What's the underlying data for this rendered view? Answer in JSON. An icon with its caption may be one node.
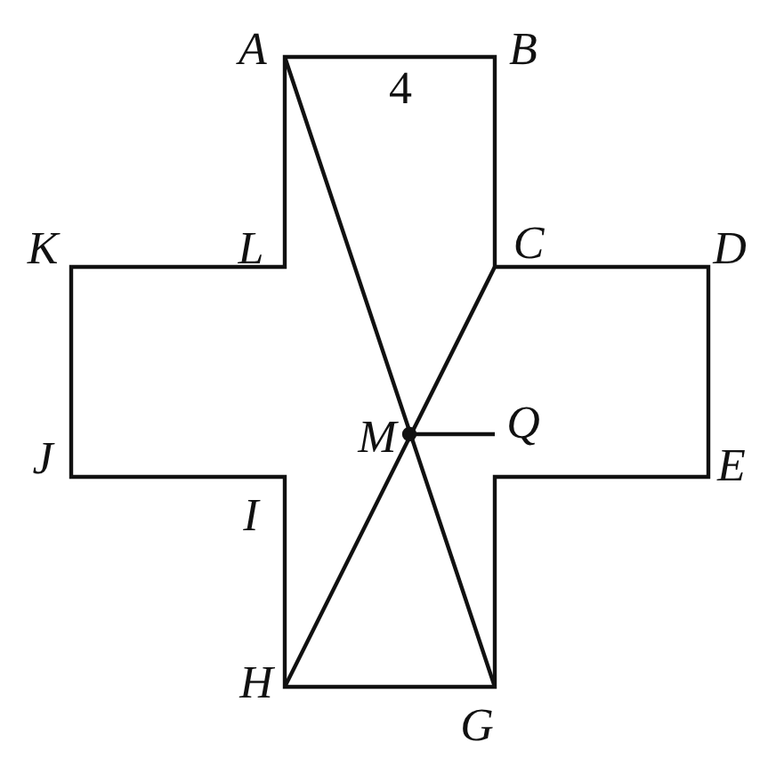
{
  "diagram": {
    "labels": [
      "A",
      "4",
      "B",
      "K",
      "L",
      "C",
      "D",
      "M",
      "Q",
      "J",
      "E",
      "I",
      "H",
      "G"
    ]
  }
}
